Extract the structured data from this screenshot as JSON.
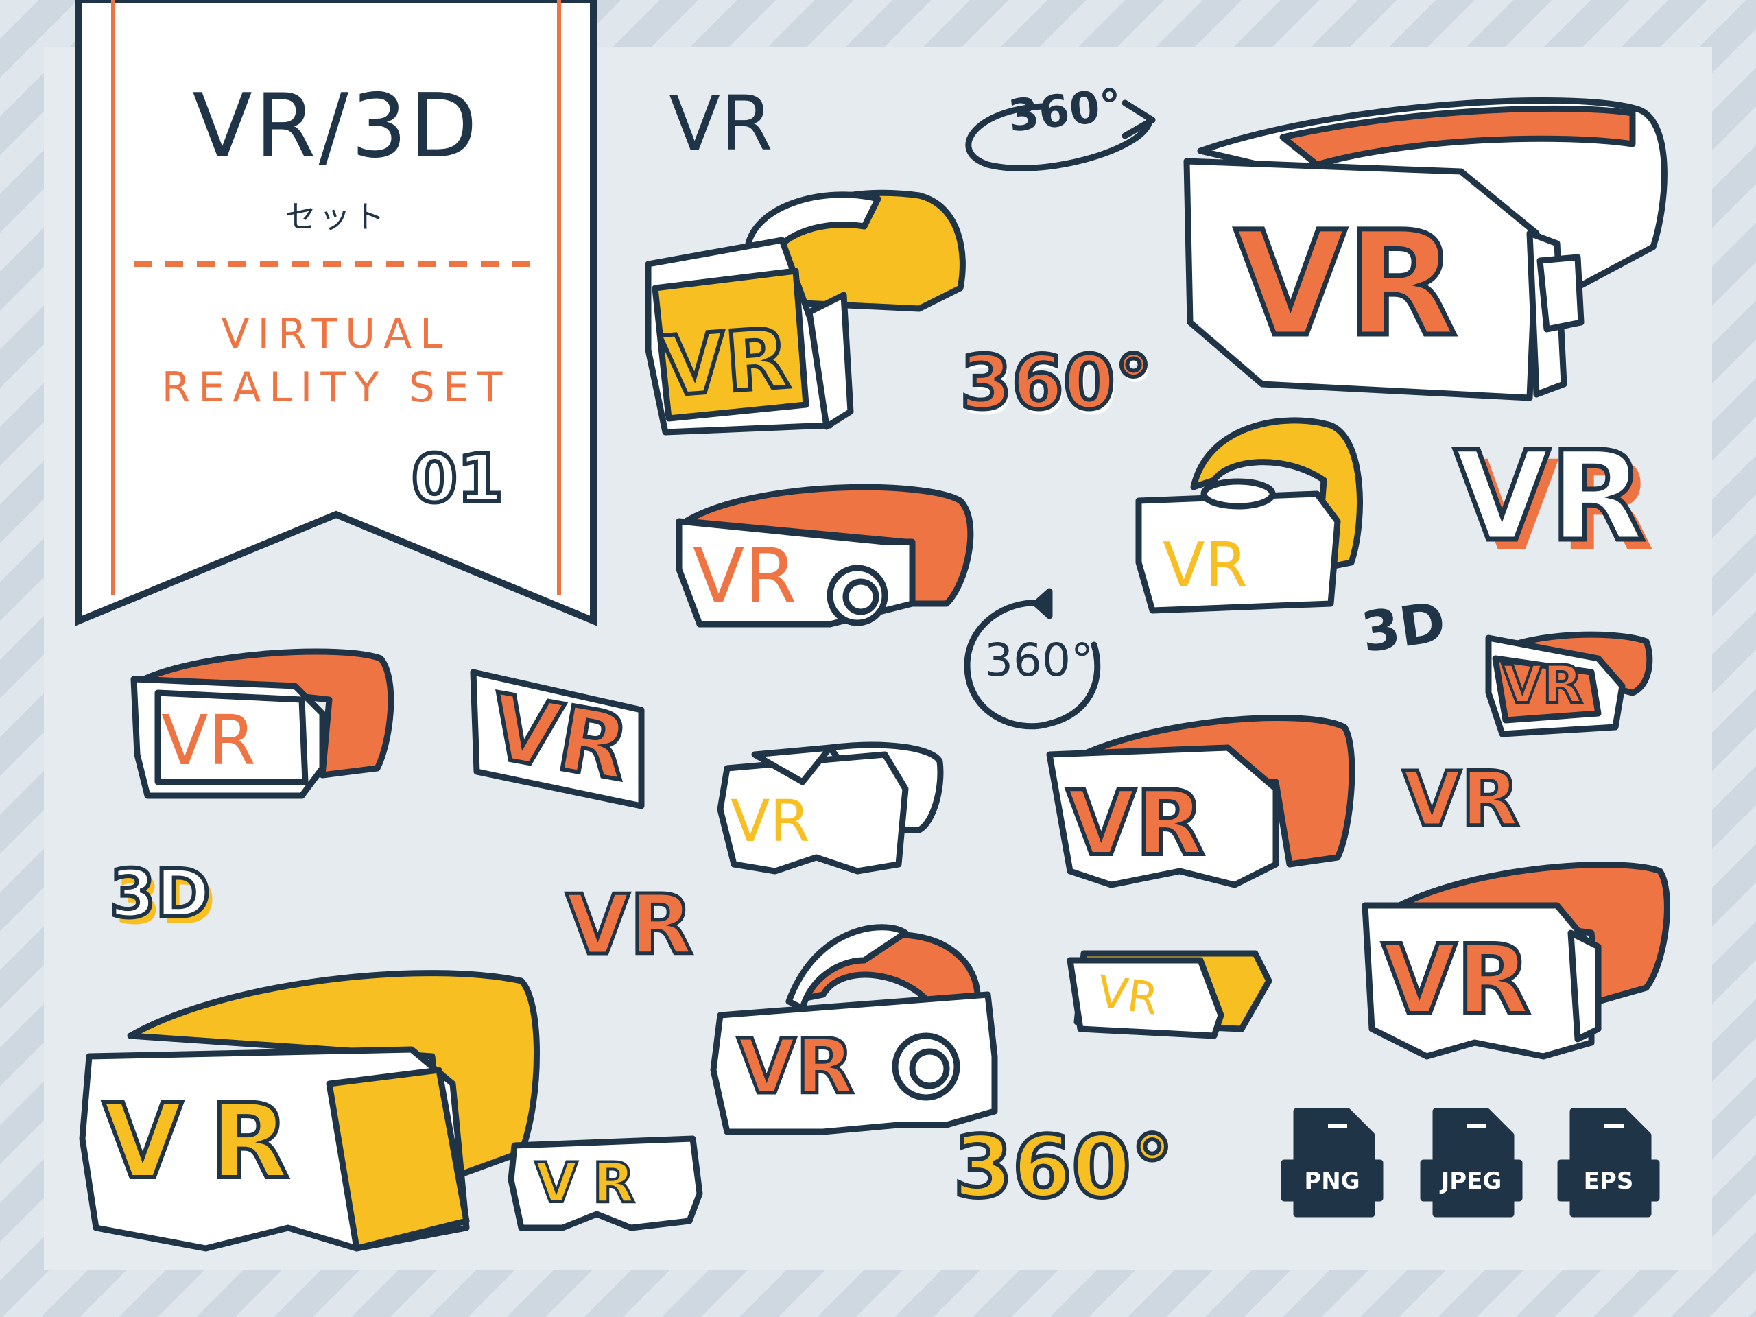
{
  "banner": {
    "title": "VR/3D",
    "subtitle": "セット",
    "english_line1": "VIRTUAL",
    "english_line2": "REALITY SET",
    "number": "01"
  },
  "colors": {
    "navy": "#1f3447",
    "orange": "#ee7543",
    "yellow": "#f7bf22",
    "white": "#ffffff",
    "background": "#e6ebef"
  },
  "stickers": {
    "vr_plain_top": "VR",
    "rotate_360_top": "360°",
    "headset_1_text": "VR",
    "headset_big_text": "VR",
    "bold_360_mid": "360°",
    "headset_side_text": "VR",
    "headset_yellow_strap_text": "VR",
    "vr_3d_big": "VR",
    "circle_360": "360°",
    "small_3d": "3D",
    "small_headset_text": "VR",
    "headset_left_text": "VR",
    "vr_box_text": "VR",
    "goggles_yellow_text": "VR",
    "headset_center_text": "VR",
    "vr_orange_right": "VR",
    "yellow_3d": "3D",
    "vr_orange_mid": "VR",
    "headset_round_text": "VR",
    "small_box_text": "VR",
    "headset_right_text": "VR",
    "big_yellow_headset_text": "VR",
    "small_goggles_text": "VR",
    "yellow_360_bottom": "360°"
  },
  "file_formats": [
    "PNG",
    "JPEG",
    "EPS"
  ]
}
